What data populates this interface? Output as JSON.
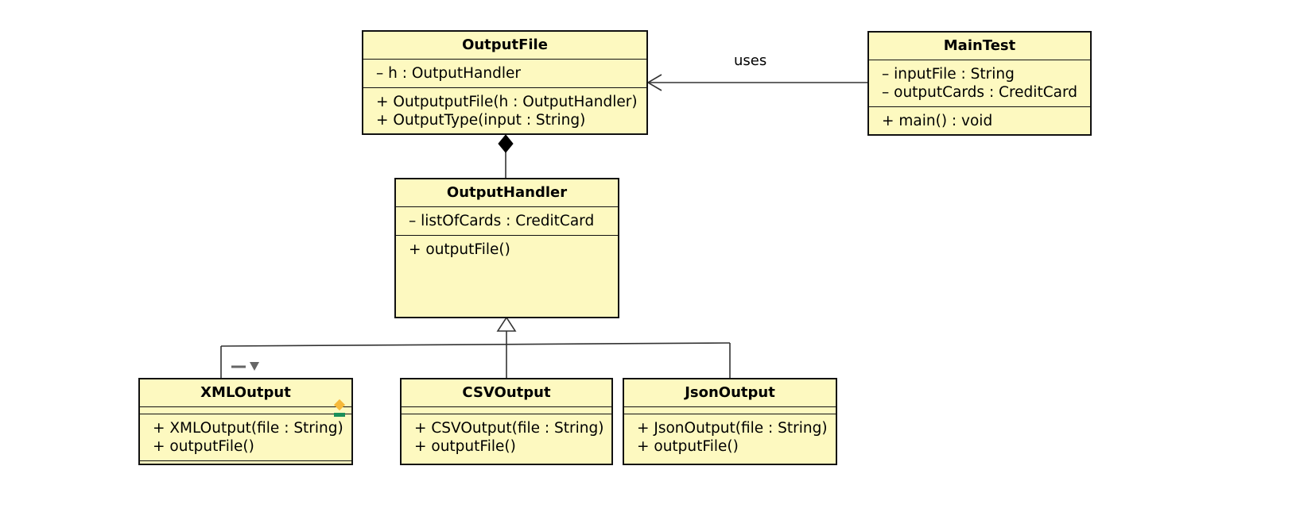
{
  "diagram": {
    "classes": {
      "output_file": {
        "name": "OutputFile",
        "attributes": [
          "– h : OutputHandler"
        ],
        "methods": [
          "+ OutputputFile(h : OutputHandler)",
          "+ OutputType(input : String)"
        ]
      },
      "main_test": {
        "name": "MainTest",
        "attributes": [
          "– inputFile : String",
          "– outputCards : CreditCard"
        ],
        "methods": [
          "+ main() : void"
        ]
      },
      "output_handler": {
        "name": "OutputHandler",
        "attributes": [
          "– listOfCards : CreditCard"
        ],
        "methods": [
          "+ outputFile()"
        ]
      },
      "xml_output": {
        "name": "XMLOutput",
        "methods": [
          "+ XMLOutput(file : String)",
          "+ outputFile()"
        ]
      },
      "csv_output": {
        "name": "CSVOutput",
        "methods": [
          "+ CSVOutput(file : String)",
          "+ outputFile()"
        ]
      },
      "json_output": {
        "name": "JsonOutput",
        "methods": [
          "+ JsonOutput(file : String)",
          "+ outputFile()"
        ]
      }
    },
    "relations": {
      "uses_label": "uses"
    },
    "colors": {
      "class_fill": "#fdf9c0",
      "border": "#111111",
      "marker_diamond": "#f6b93b",
      "marker_bar": "#1a8f5a"
    }
  }
}
